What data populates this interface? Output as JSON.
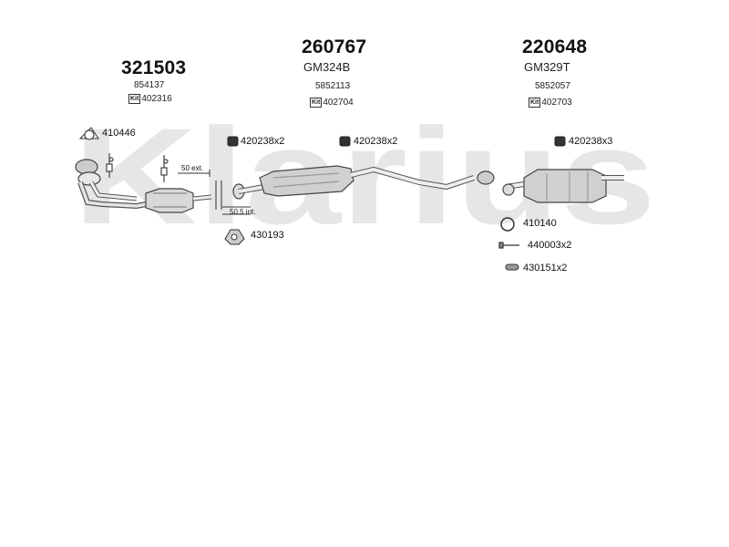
{
  "watermark": "Klarius",
  "groups": [
    {
      "part_number": "321503",
      "ref": "854137",
      "kit": "402316"
    },
    {
      "part_number": "260767",
      "model": "GM324B",
      "ref": "5852113",
      "kit": "402704"
    },
    {
      "part_number": "220648",
      "model": "GM329T",
      "ref": "5852057",
      "kit": "402703"
    }
  ],
  "kit_badge": "Kit",
  "fittings": {
    "f410446": "410446",
    "f420238_1": "420238x2",
    "f420238_2": "420238x2",
    "f420238_3": "420238x3",
    "f430193": "430193",
    "f410140": "410140",
    "f440003": "440003x2",
    "f430151": "430151x2"
  },
  "dims": {
    "ext": "50 ext.",
    "int": "50.5 int."
  }
}
